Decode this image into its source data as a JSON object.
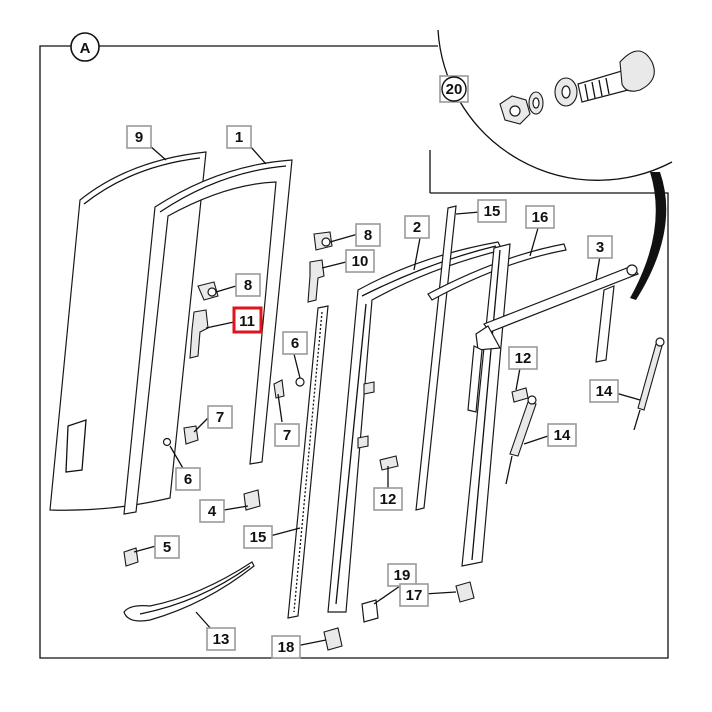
{
  "diagram": {
    "section_label": "A",
    "callouts": {
      "c9": "9",
      "c1": "1",
      "c8a": "8",
      "c11": "11",
      "c7a": "7",
      "c6a": "6",
      "c4": "4",
      "c5": "5",
      "c13": "13",
      "c8b": "8",
      "c10": "10",
      "c6b": "6",
      "c7b": "7",
      "c15a": "15",
      "c18": "18",
      "c2": "2",
      "c15b": "15",
      "c16": "16",
      "c3": "3",
      "c12a": "12",
      "c14a": "14",
      "c14b": "14",
      "c12b": "12",
      "c19": "19",
      "c17": "17",
      "c20": "20"
    },
    "highlighted_callout": "11",
    "highlight_color": "#e0141e"
  }
}
